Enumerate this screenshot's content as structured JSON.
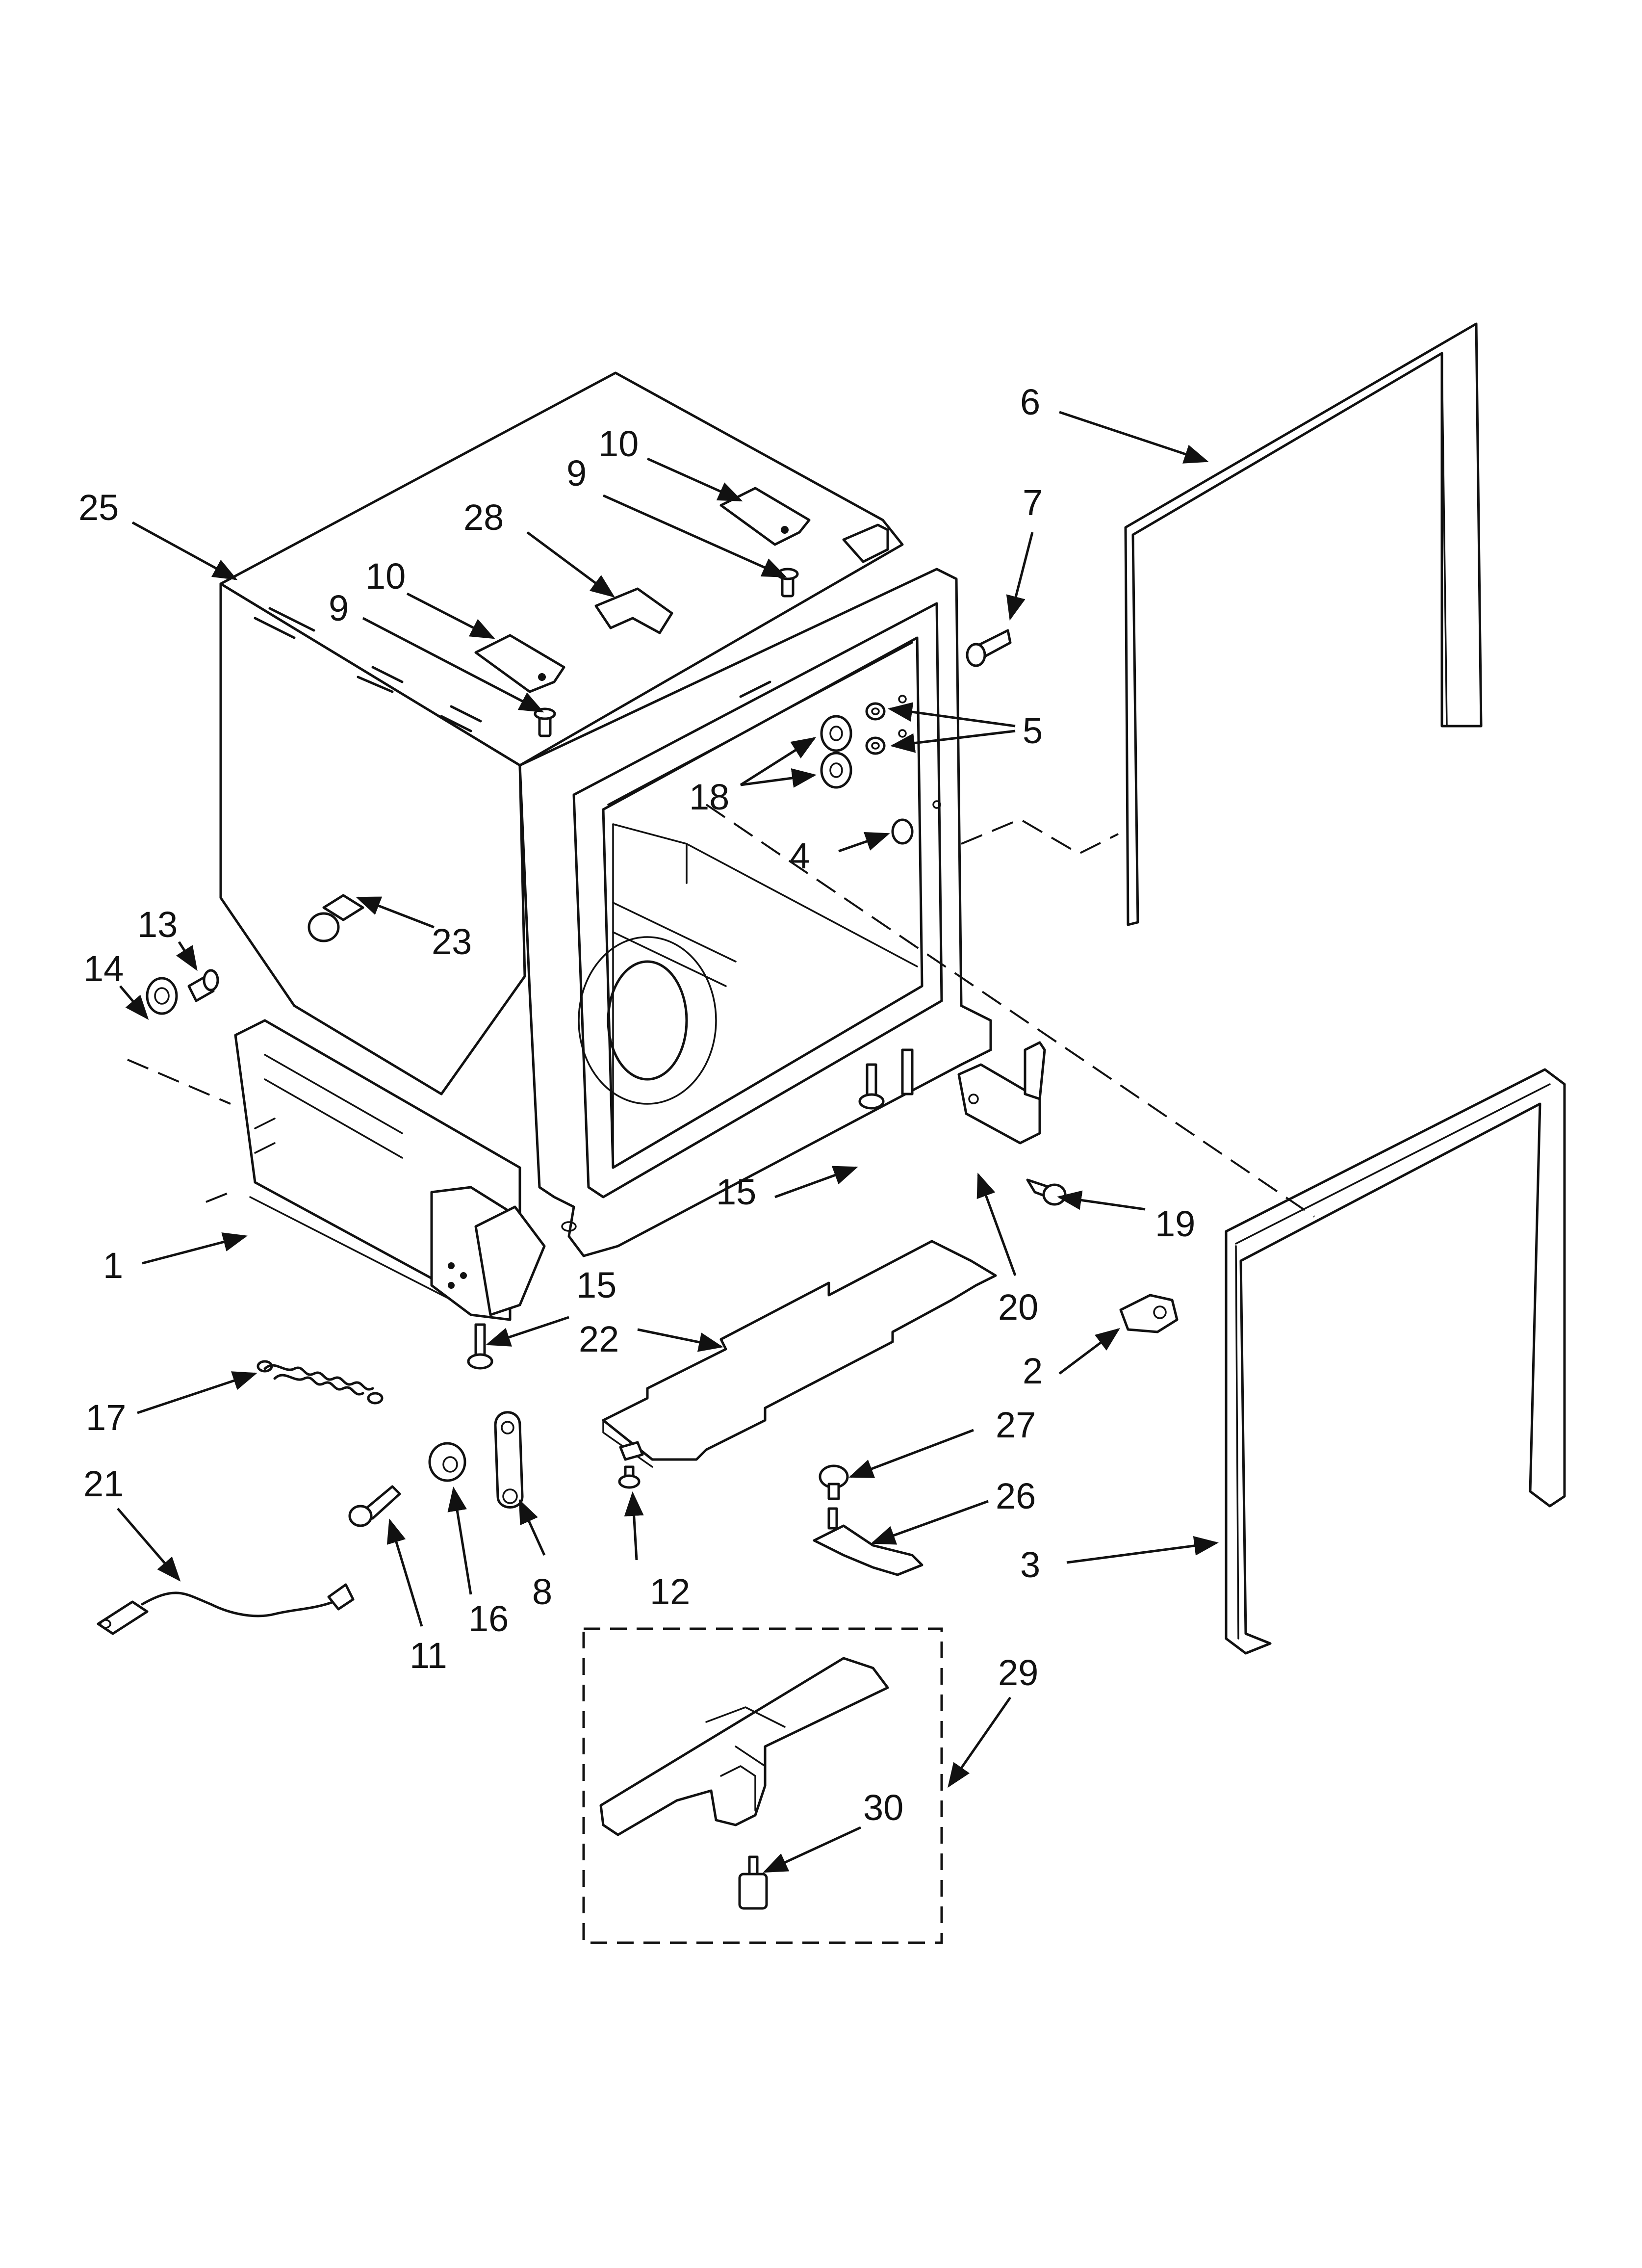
{
  "parts": [
    {
      "id": "label-25",
      "text": "25"
    },
    {
      "id": "label-10a",
      "text": "10"
    },
    {
      "id": "label-9a",
      "text": "9"
    },
    {
      "id": "label-28",
      "text": "28"
    },
    {
      "id": "label-10b",
      "text": "10"
    },
    {
      "id": "label-9b",
      "text": "9"
    },
    {
      "id": "label-6",
      "text": "6"
    },
    {
      "id": "label-7",
      "text": "7"
    },
    {
      "id": "label-5",
      "text": "5"
    },
    {
      "id": "label-18",
      "text": "18"
    },
    {
      "id": "label-4",
      "text": "4"
    },
    {
      "id": "label-23",
      "text": "23"
    },
    {
      "id": "label-13",
      "text": "13"
    },
    {
      "id": "label-14",
      "text": "14"
    },
    {
      "id": "label-15a",
      "text": "15"
    },
    {
      "id": "label-19",
      "text": "19"
    },
    {
      "id": "label-1",
      "text": "1"
    },
    {
      "id": "label-15b",
      "text": "15"
    },
    {
      "id": "label-20",
      "text": "20"
    },
    {
      "id": "label-22",
      "text": "22"
    },
    {
      "id": "label-2",
      "text": "2"
    },
    {
      "id": "label-17",
      "text": "17"
    },
    {
      "id": "label-27",
      "text": "27"
    },
    {
      "id": "label-21",
      "text": "21"
    },
    {
      "id": "label-26",
      "text": "26"
    },
    {
      "id": "label-3",
      "text": "3"
    },
    {
      "id": "label-8",
      "text": "8"
    },
    {
      "id": "label-12",
      "text": "12"
    },
    {
      "id": "label-16",
      "text": "16"
    },
    {
      "id": "label-11",
      "text": "11"
    },
    {
      "id": "label-29",
      "text": "29"
    },
    {
      "id": "label-30",
      "text": "30"
    }
  ]
}
